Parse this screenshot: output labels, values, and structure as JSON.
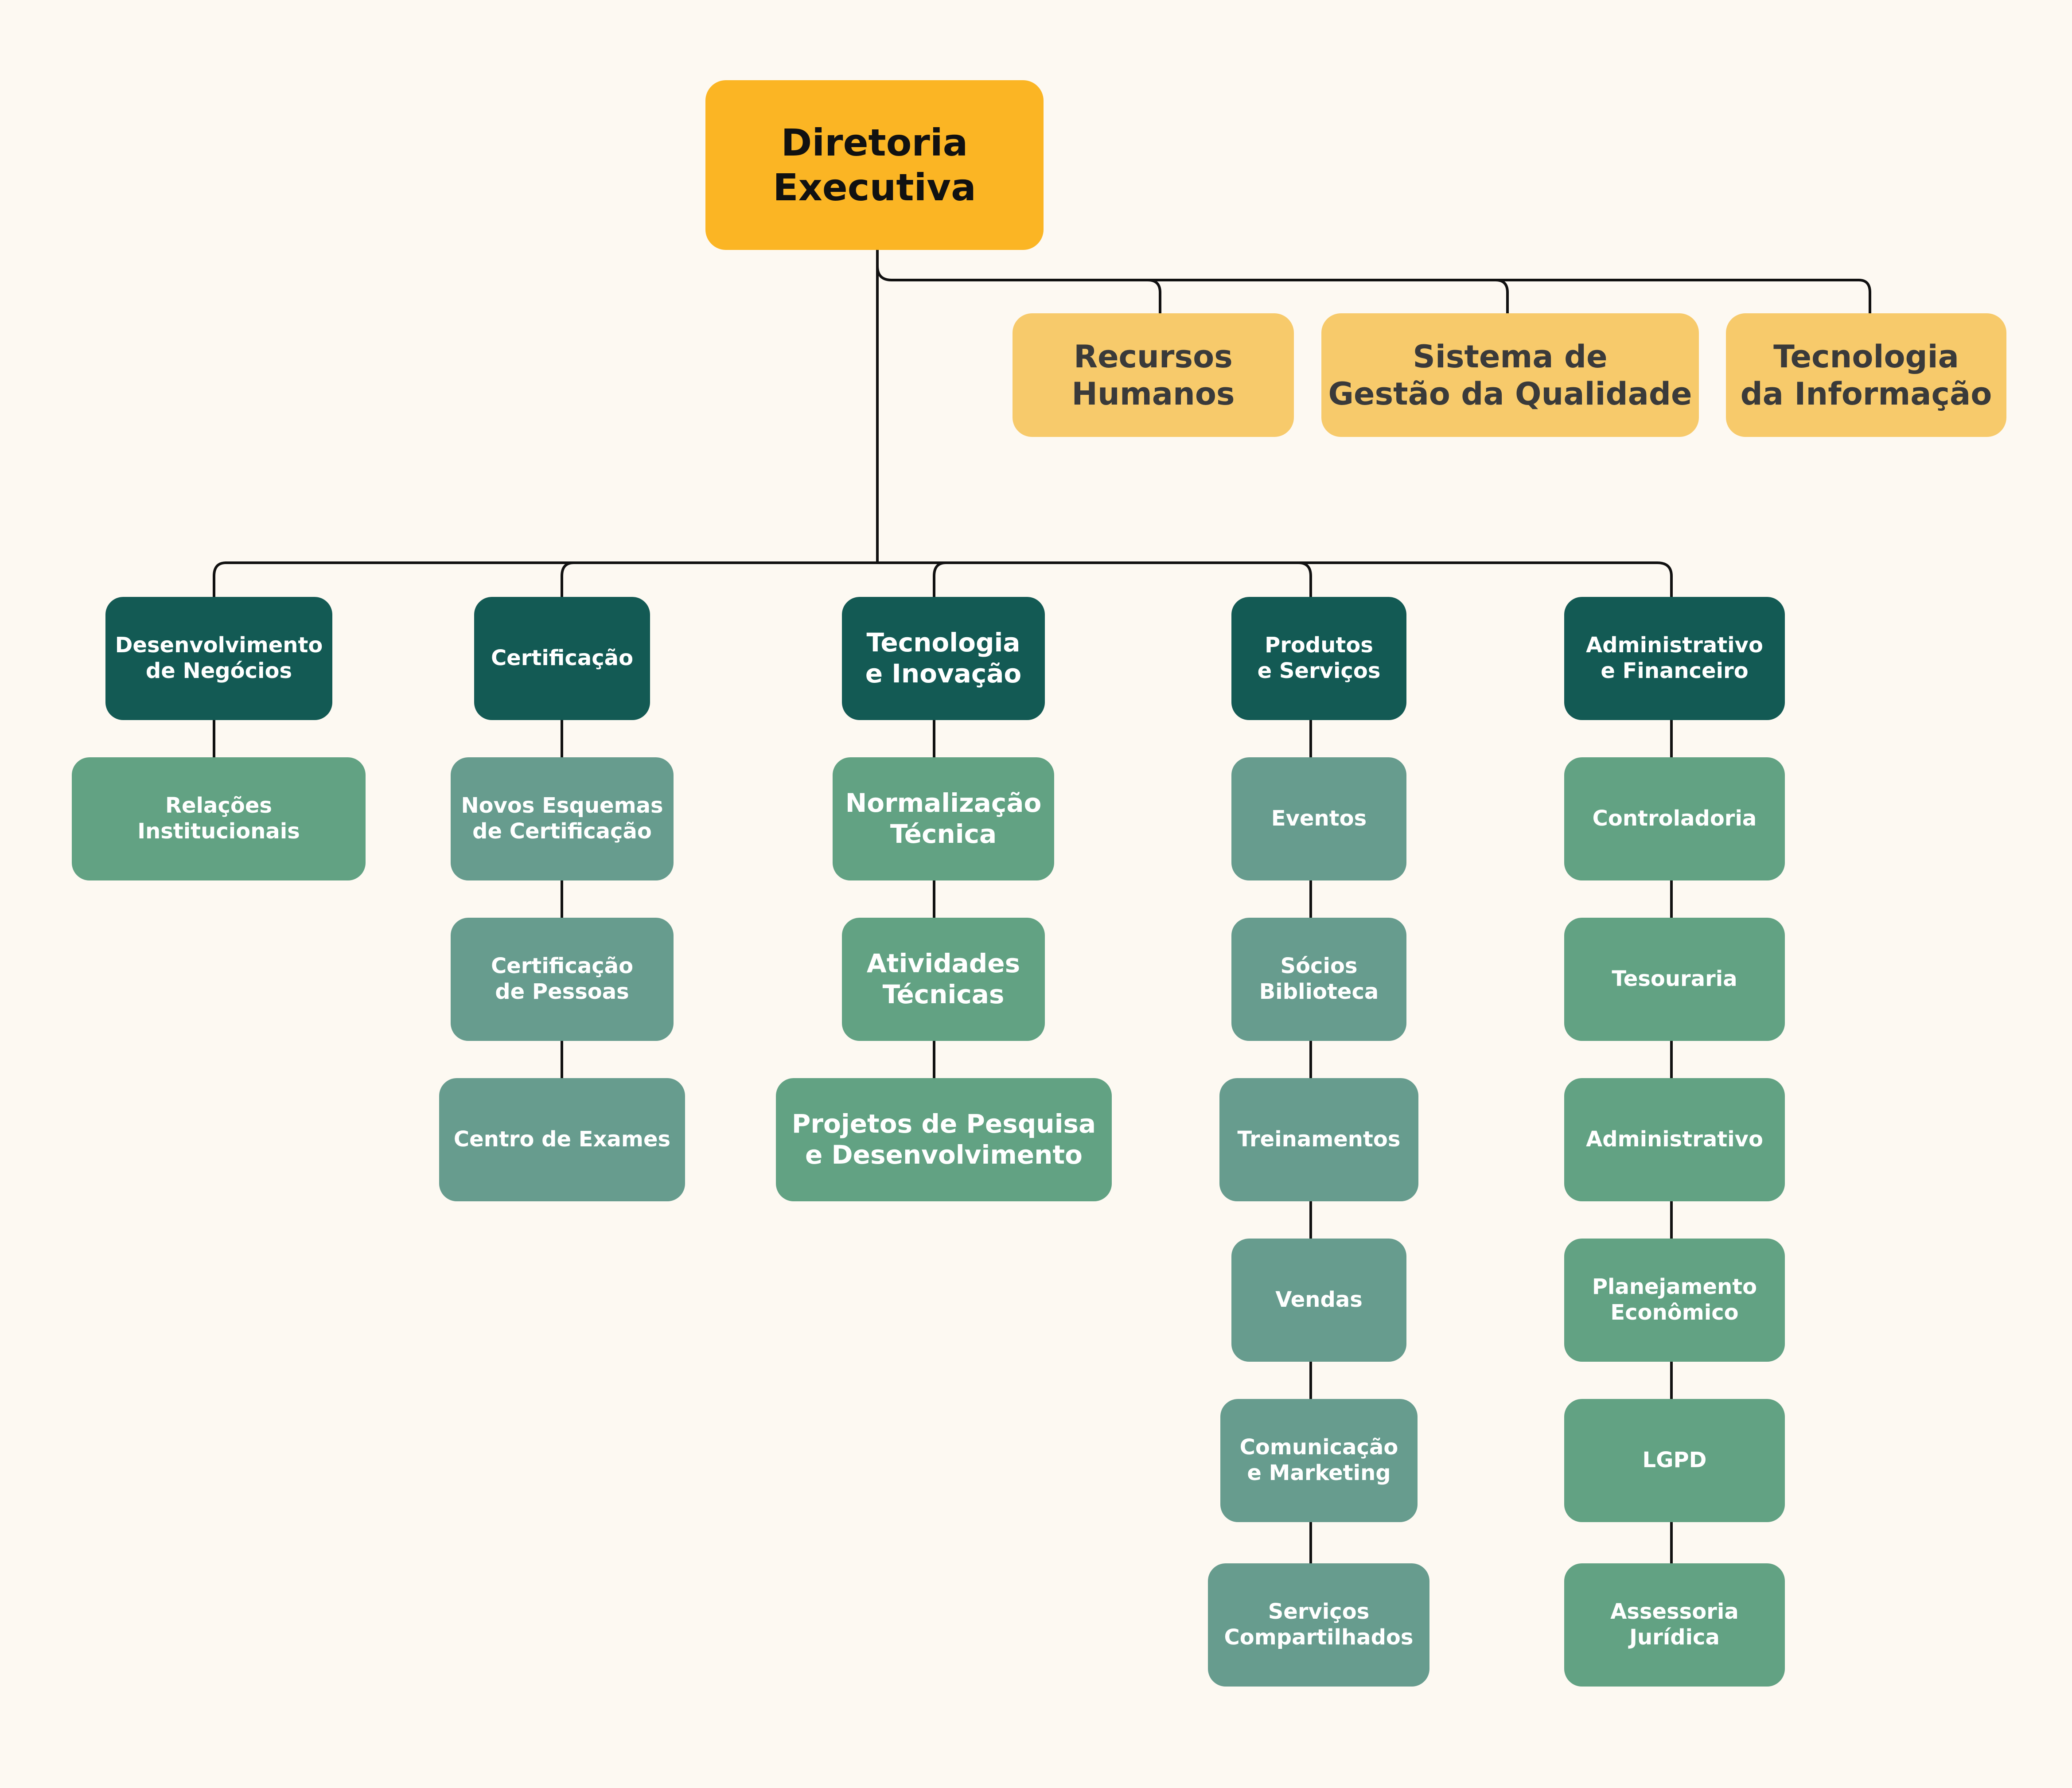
{
  "root": {
    "label": "Diretoria\nExecutiva"
  },
  "staff": [
    {
      "label": "Recursos\nHumanos"
    },
    {
      "label": "Sistema de\nGestão da Qualidade"
    },
    {
      "label": "Tecnologia\nda Informação"
    }
  ],
  "departments": [
    {
      "label": "Desenvolvimento\nde Negócios",
      "units": [
        {
          "label": "Relações\nInstitucionais"
        }
      ]
    },
    {
      "label": "Certificação",
      "units": [
        {
          "label": "Novos Esquemas\nde Certificação"
        },
        {
          "label": "Certificação\nde Pessoas"
        },
        {
          "label": "Centro de Exames"
        }
      ]
    },
    {
      "label": "Tecnologia\ne Inovação",
      "units": [
        {
          "label": "Normalização\nTécnica"
        },
        {
          "label": "Atividades\nTécnicas"
        },
        {
          "label": "Projetos de Pesquisa\ne Desenvolvimento"
        }
      ]
    },
    {
      "label": "Produtos\ne Serviços",
      "units": [
        {
          "label": "Eventos"
        },
        {
          "label": "Sócios\nBiblioteca"
        },
        {
          "label": "Treinamentos"
        },
        {
          "label": "Vendas"
        },
        {
          "label": "Comunicação\ne Marketing"
        },
        {
          "label": "Serviços\nCompartilhados"
        }
      ]
    },
    {
      "label": "Administrativo\ne Financeiro",
      "units": [
        {
          "label": "Controladoria"
        },
        {
          "label": "Tesouraria"
        },
        {
          "label": "Administrativo"
        },
        {
          "label": "Planejamento\nEconômico"
        },
        {
          "label": "LGPD"
        },
        {
          "label": "Assessoria\nJurídica"
        }
      ]
    }
  ],
  "colors": {
    "background": "#FDF9F2",
    "root": "#FBB524",
    "staff": "#F7CA6B",
    "department": "#135A54",
    "unit_green": "#62A283",
    "unit_teal": "#679C8E",
    "connector": "#111111"
  }
}
